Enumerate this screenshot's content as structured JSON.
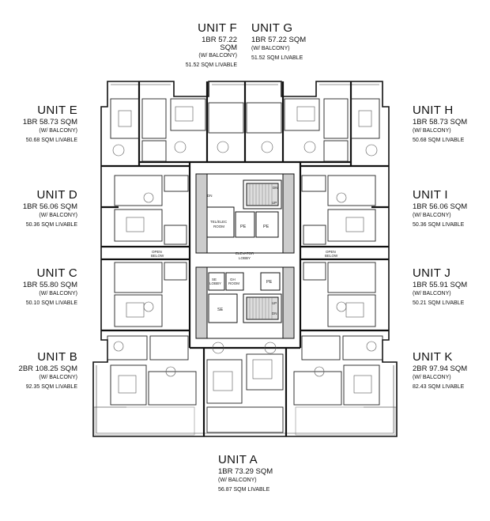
{
  "units": {
    "f": {
      "name": "UNIT F",
      "size": "1BR 57.22 SQM",
      "balcony": "(W/ BALCONY)",
      "livable": "51.52 SQM LIVABLE"
    },
    "g": {
      "name": "UNIT G",
      "size": "1BR 57.22 SQM",
      "balcony": "(W/ BALCONY)",
      "livable": "51.52 SQM LIVABLE"
    },
    "e": {
      "name": "UNIT E",
      "size": "1BR 58.73 SQM",
      "balcony": "(W/ BALCONY)",
      "livable": "50.68 SQM LIVABLE"
    },
    "h": {
      "name": "UNIT H",
      "size": "1BR 58.73 SQM",
      "balcony": "(W/ BALCONY)",
      "livable": "50.68 SQM LIVABLE"
    },
    "d": {
      "name": "UNIT D",
      "size": "1BR 56.06 SQM",
      "balcony": "(W/ BALCONY)",
      "livable": "50.36 SQM LIVABLE"
    },
    "i": {
      "name": "UNIT I",
      "size": "1BR 56.06 SQM",
      "balcony": "(W/ BALCONY)",
      "livable": "50.36 SQM LIVABLE"
    },
    "c": {
      "name": "UNIT C",
      "size": "1BR 55.80 SQM",
      "balcony": "(W/ BALCONY)",
      "livable": "50.10 SQM LIVABLE"
    },
    "j": {
      "name": "UNIT J",
      "size": "1BR 55.91 SQM",
      "balcony": "(W/ BALCONY)",
      "livable": "50.21 SQM LIVABLE"
    },
    "b": {
      "name": "UNIT B",
      "size": "2BR 108.25 SQM",
      "balcony": "(W/ BALCONY)",
      "livable": "92.35 SQM LIVABLE"
    },
    "k": {
      "name": "UNIT K",
      "size": "2BR 97.94 SQM",
      "balcony": "(W/ BALCONY)",
      "livable": "82.43 SQM LIVABLE"
    },
    "a": {
      "name": "UNIT A",
      "size": "1BR 73.29 SQM",
      "balcony": "(W/ BALCONY)",
      "livable": "56.87 SQM LIVABLE"
    }
  },
  "plan_labels": {
    "elevator_lobby_1": "ELEVATOR",
    "elevator_lobby_2": "LOBBY",
    "tel_elec_1": "TEL/ELEC",
    "tel_elec_2": "ROOM",
    "pe": "PE",
    "dn": "DN",
    "up": "UP",
    "open_below_1": "OPEN",
    "open_below_2": "BELOW",
    "se": "SE",
    "se_lobby_1": "SE",
    "se_lobby_2": "LOBBY",
    "gh_room_1": "GH",
    "gh_room_2": "ROOM"
  }
}
